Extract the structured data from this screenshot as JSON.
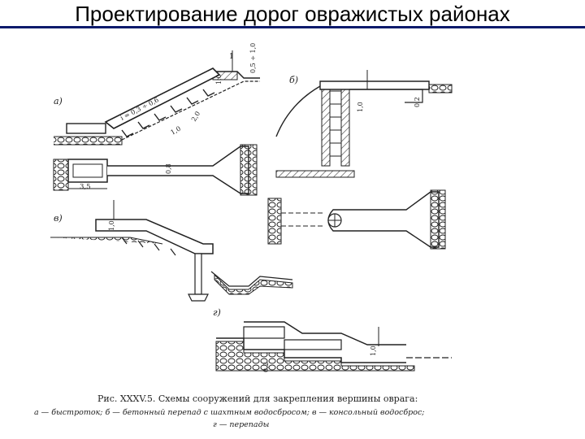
{
  "slide": {
    "title": "Проектирование дорог овражистых районах"
  },
  "figure": {
    "panel_labels": [
      "а)",
      "б)",
      "в)",
      "г)"
    ],
    "dimensions": {
      "a_slope": "i = 0,3 ÷ 0,6",
      "a_step": "1,0",
      "a_height": "0,5 ÷ 1,0",
      "a_small": "1,0",
      "a_side": "2,0",
      "a_plan_len": "3,5",
      "a_plan_w": "0,8",
      "b_width": "1,0",
      "b_depth": "0,2",
      "v_step": "1,0",
      "g_step": "1,0",
      "g_left": "0,2"
    },
    "caption_line1": "Рис. XXXV.5. Схемы сооружений для закрепления вершины оврага:",
    "caption_line2": "а — быстроток;  б — бетонный  перепад  с  шахтным  водосбросом;  в — консольный  водосброс;",
    "caption_line3": "г — перепады"
  }
}
